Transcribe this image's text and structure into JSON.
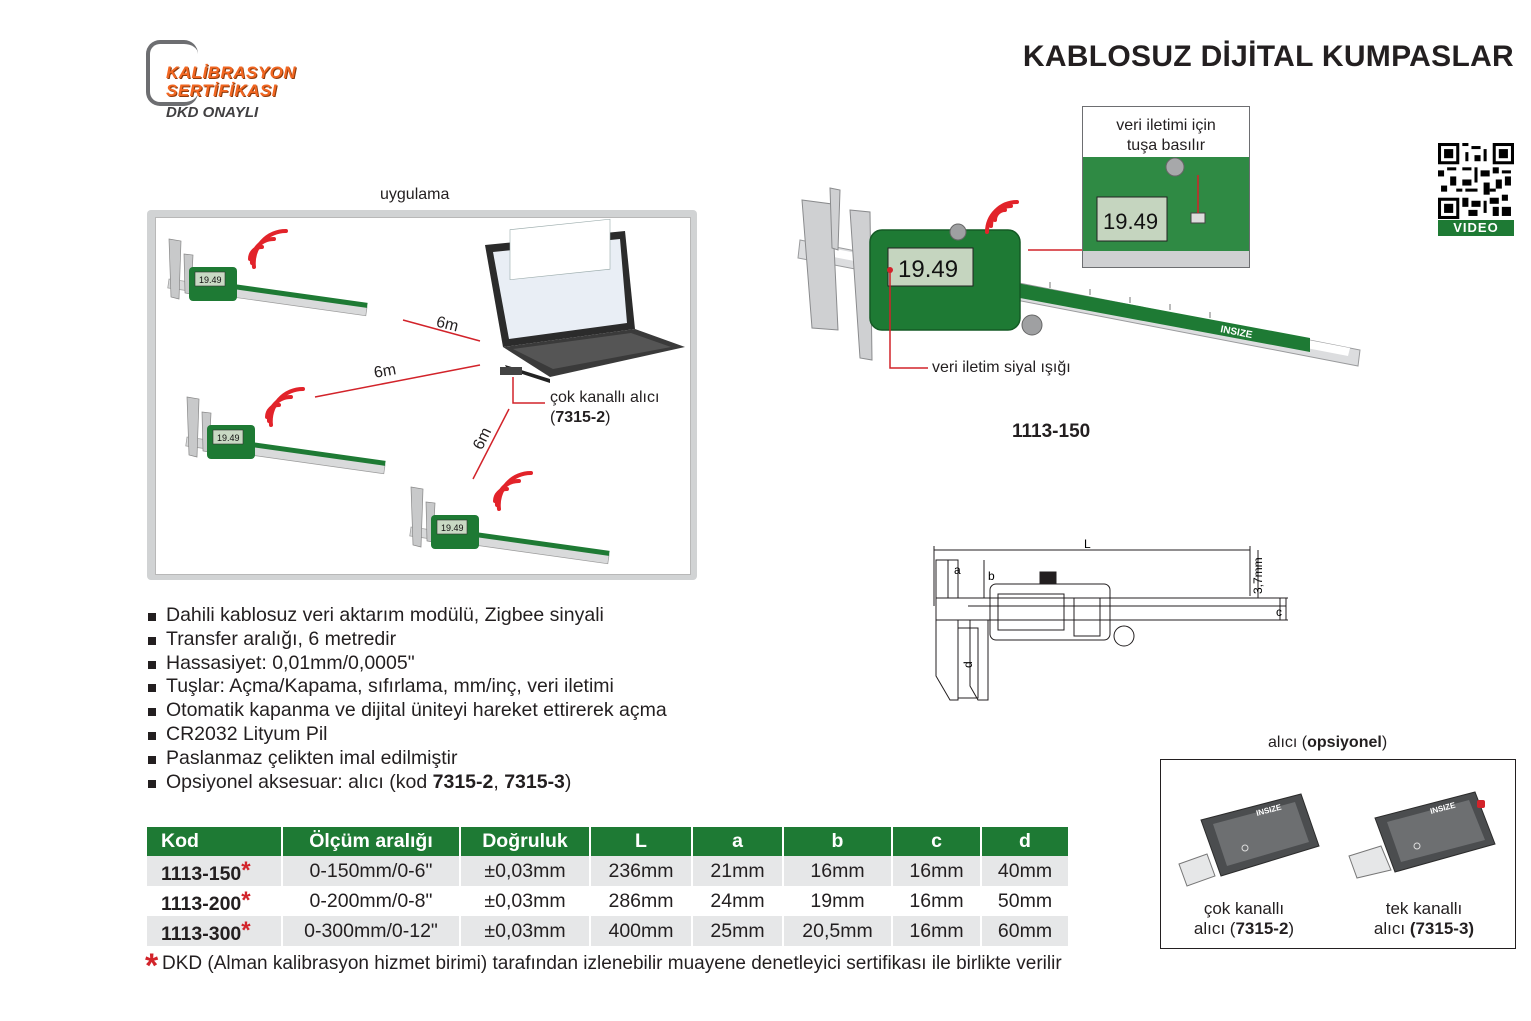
{
  "logo": {
    "line1": "KALİBRASYON",
    "line2": "SERTİFİKASI",
    "line3": "DKD ONAYLI"
  },
  "title": "KABLOSUZ DİJİTAL KUMPASLAR",
  "application": {
    "caption": "uygulama",
    "distance_label": "6m",
    "receiver_callout_line1": "çok kanallı alıcı",
    "receiver_callout_code": "7315-2"
  },
  "product": {
    "button_callout_line1": "veri iletimi için",
    "button_callout_line2": "tuşa basılır",
    "led_callout": "veri iletim siyal ışığı",
    "model": "1113-150",
    "display_reading": "19.49",
    "brand": "INSIZE"
  },
  "video_label": "VIDEO",
  "diagram": {
    "L": "L",
    "a": "a",
    "b": "b",
    "c": "c",
    "d": "d",
    "thickness": "3,7mm"
  },
  "features": [
    "Dahili kablosuz veri aktarım modülü, Zigbee sinyali",
    "Transfer aralığı, 6 metredir",
    "Hassasiyet: 0,01mm/0,0005\"",
    "Tuşlar: Açma/Kapama, sıfırlama, mm/inç, veri iletimi",
    "Otomatik kapanma ve dijital üniteyi hareket ettirerek açma",
    "CR2032 Lityum Pil",
    "Paslanmaz çelikten imal edilmiştir"
  ],
  "feature_last": {
    "prefix": "Opsiyonel aksesuar: alıcı (kod ",
    "code1": "7315-2",
    "sep": ", ",
    "code2": "7315-3",
    "suffix": ")"
  },
  "table": {
    "headers": [
      "Kod",
      "Ölçüm aralığı",
      "Doğruluk",
      "L",
      "a",
      "b",
      "c",
      "d"
    ],
    "rows": [
      [
        "1113-150",
        "0-150mm/0-6\"",
        "±0,03mm",
        "236mm",
        "21mm",
        "16mm",
        "16mm",
        "40mm"
      ],
      [
        "1113-200",
        "0-200mm/0-8\"",
        "±0,03mm",
        "286mm",
        "24mm",
        "19mm",
        "16mm",
        "50mm"
      ],
      [
        "1113-300",
        "0-300mm/0-12\"",
        "±0,03mm",
        "400mm",
        "25mm",
        "20,5mm",
        "16mm",
        "60mm"
      ]
    ],
    "star": "*"
  },
  "footnote": {
    "star": "*",
    "text": "DKD (Alman kalibrasyon hizmet birimi) tarafından izlenebilir muayene denetleyici sertifikası ile birlikte verilir"
  },
  "receiver": {
    "caption_prefix": "alıcı (",
    "caption_bold": "opsiyonel",
    "caption_suffix": ")",
    "left_line1": "çok kanallı",
    "left_line2_prefix": "alıcı (",
    "left_code": "7315-2",
    "right_line1": "tek kanallı",
    "right_line2_prefix": "alıcı ",
    "right_code": "(7315-3)",
    "brand": "INSIZE"
  },
  "colors": {
    "brand_green": "#1e7a34",
    "accent_orange": "#f26722",
    "star_red": "#d2232a",
    "row_gray": "#e6e7e8"
  }
}
